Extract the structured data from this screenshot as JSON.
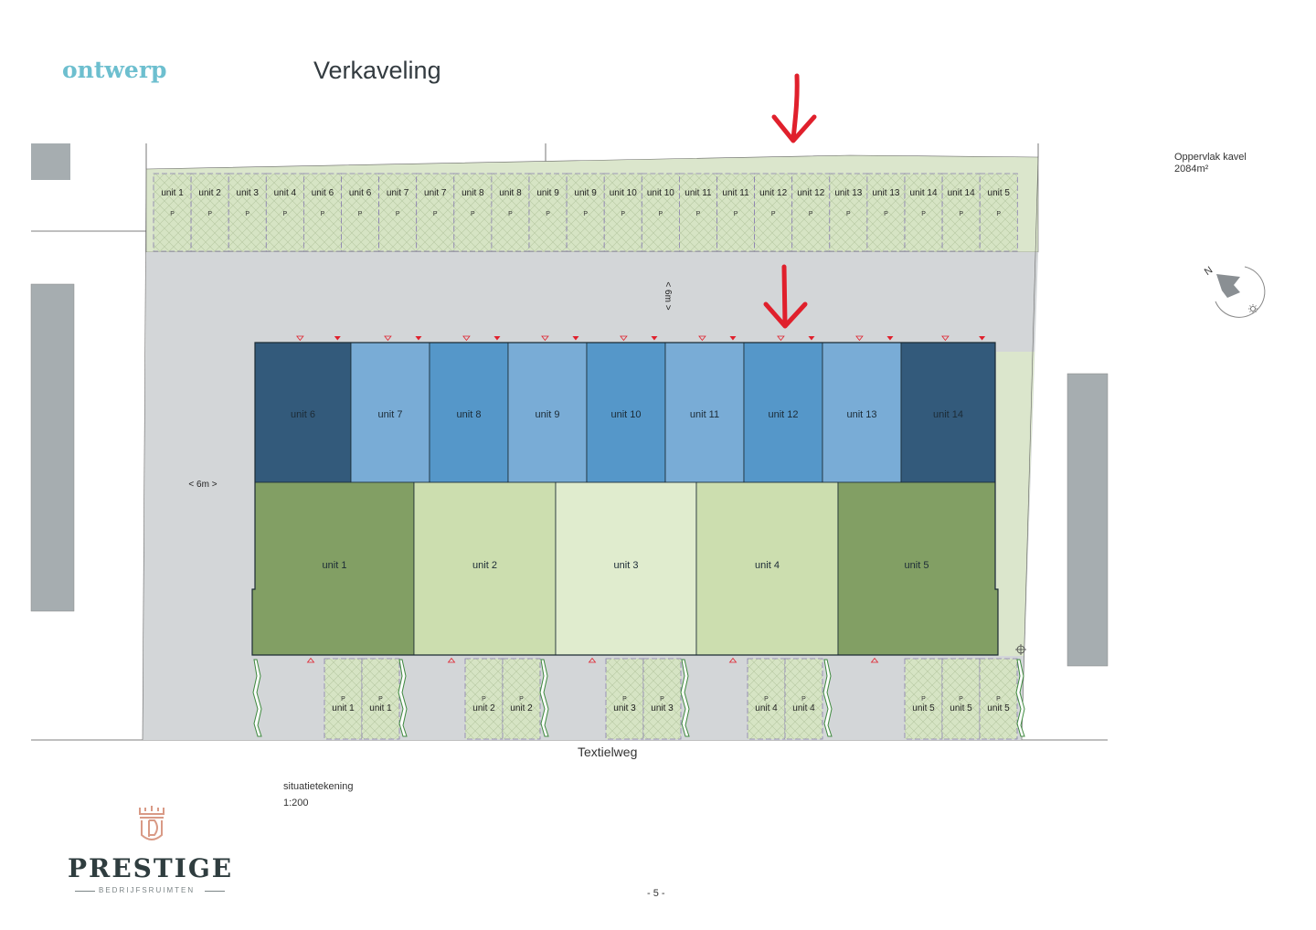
{
  "header": {
    "section_label": "ontwerp",
    "title": "Verkaveling"
  },
  "area": {
    "label": "Oppervlak kavel",
    "value": "2084m²"
  },
  "plan": {
    "parking_north": [
      "unit 1",
      "unit 2",
      "unit 3",
      "unit 4",
      "unit 6",
      "unit 6",
      "unit 7",
      "unit 7",
      "unit 8",
      "unit 8",
      "unit 9",
      "unit 9",
      "unit 10",
      "unit 10",
      "unit 11",
      "unit 11",
      "unit 12",
      "unit 12",
      "unit 13",
      "unit 13",
      "unit 14",
      "unit 14",
      "unit 5"
    ],
    "parking_mark": "P",
    "units_top": [
      {
        "label": "unit 6",
        "color": "#335a7b"
      },
      {
        "label": "unit 7",
        "color": "#79acd6"
      },
      {
        "label": "unit 8",
        "color": "#5597c9"
      },
      {
        "label": "unit 9",
        "color": "#79acd6"
      },
      {
        "label": "unit 10",
        "color": "#5597c9"
      },
      {
        "label": "unit 11",
        "color": "#79acd6"
      },
      {
        "label": "unit 12",
        "color": "#5597c9"
      },
      {
        "label": "unit 13",
        "color": "#79acd6"
      },
      {
        "label": "unit 14",
        "color": "#335a7b"
      }
    ],
    "units_bottom": [
      {
        "label": "unit 1",
        "color": "#829f64"
      },
      {
        "label": "unit 2",
        "color": "#ccdeaf"
      },
      {
        "label": "unit 3",
        "color": "#e0ecce"
      },
      {
        "label": "unit 4",
        "color": "#ccdeaf"
      },
      {
        "label": "unit 5",
        "color": "#829f64"
      }
    ],
    "parking_south": [
      "unit 1",
      "unit 1",
      "unit 2",
      "unit 2",
      "unit 3",
      "unit 3",
      "unit 4",
      "unit 4",
      "unit 5",
      "unit 5",
      "unit 5"
    ],
    "dim_vertical": "< 6m >",
    "dim_horizontal": "< 6m >",
    "compass_label": "N",
    "colors": {
      "green_zone": "#dbe6cc",
      "road": "#d3d6d8",
      "neighbour": "#a6adb0",
      "arrow": "#e0202c"
    }
  },
  "street": "Textielweg",
  "caption": {
    "line1": "situatietekening",
    "line2": "1:200"
  },
  "logo": {
    "name": "PRESTIGE",
    "subtitle": "BEDRIJFSRUIMTEN"
  },
  "page_number": "- 5 -"
}
